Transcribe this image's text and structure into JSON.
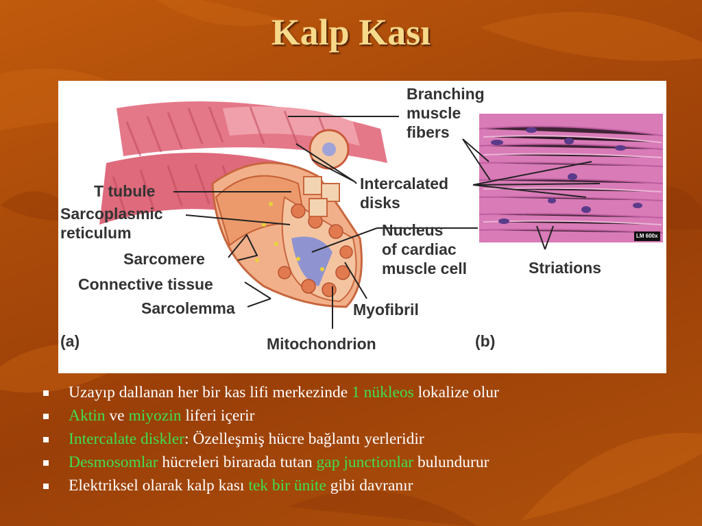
{
  "slide": {
    "title": "Kalp Kası",
    "colors": {
      "background": "#a8490a",
      "title": "#f7d98a",
      "bullet_text": "#ffffff",
      "highlight": "#3fe04f"
    }
  },
  "figure": {
    "labels": {
      "branching": [
        "Branching",
        "muscle",
        "fibers"
      ],
      "intercalated": [
        "Intercalated",
        "disks"
      ],
      "t_tubule": "T tubule",
      "sarcoplasmic": [
        "Sarcoplasmic",
        "reticulum"
      ],
      "nucleus": [
        "Nucleus",
        "of cardiac",
        "muscle cell"
      ],
      "sarcomere": "Sarcomere",
      "connective": "Connective tissue",
      "sarcolemma": "Sarcolemma",
      "myofibril": "Myofibril",
      "mitochondrion": "Mitochondrion",
      "striations": "Striations",
      "panel_a": "(a)",
      "panel_b": "(b)",
      "micrograph_tag": "LM 600x"
    }
  },
  "bullets": [
    {
      "segments": [
        {
          "text": "Uzayıp dallanan her bir kas lifi merkezinde ",
          "hl": false
        },
        {
          "text": "1 nükleos",
          "hl": true
        },
        {
          "text": " lokalize olur",
          "hl": false
        }
      ]
    },
    {
      "segments": [
        {
          "text": "Aktin",
          "hl": true
        },
        {
          "text": " ve ",
          "hl": false
        },
        {
          "text": "miyozin",
          "hl": true
        },
        {
          "text": " liferi içerir",
          "hl": false
        }
      ]
    },
    {
      "segments": [
        {
          "text": "Intercalate diskler",
          "hl": true
        },
        {
          "text": ": Özelleşmiş hücre bağlantı yerleridir",
          "hl": false
        }
      ]
    },
    {
      "segments": [
        {
          "text": "Desmosomlar",
          "hl": true
        },
        {
          "text": " hücreleri birarada tutan  ",
          "hl": false
        },
        {
          "text": "gap junctionlar",
          "hl": true
        },
        {
          "text": " bulundurur",
          "hl": false
        }
      ]
    },
    {
      "segments": [
        {
          "text": "Elektriksel olarak kalp kası ",
          "hl": false
        },
        {
          "text": "tek bir ünite",
          "hl": true
        },
        {
          "text": " gibi davranır",
          "hl": false
        }
      ]
    }
  ]
}
